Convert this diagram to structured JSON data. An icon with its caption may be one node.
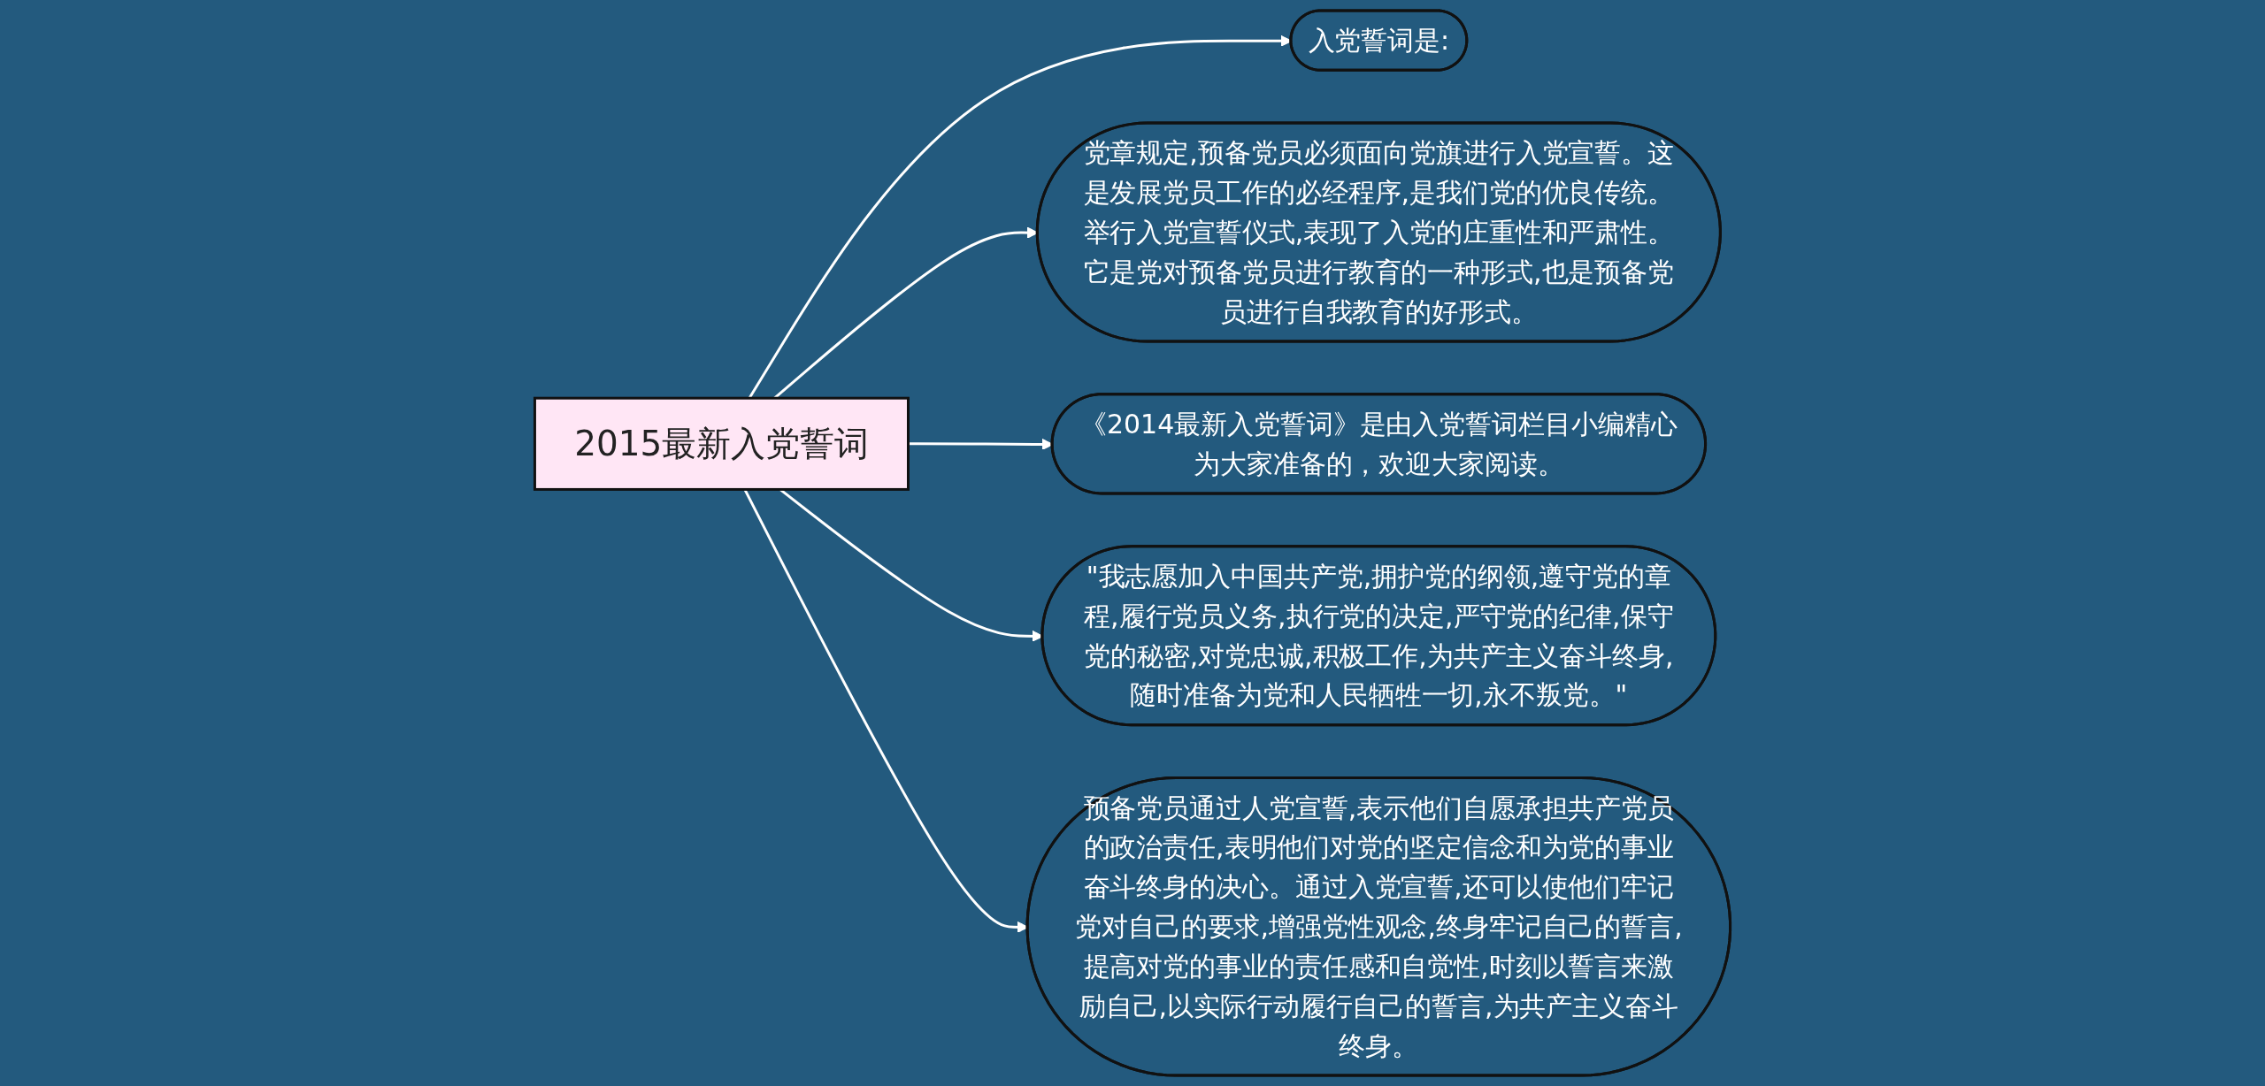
{
  "diagram": {
    "nodes": [
      {
        "text": [
          "2015最新入党誓词"
        ]
      },
      {
        "text": [
          "入党誓词是:"
        ]
      },
      {
        "text": [
          "党章规定,预备党员必须面向党旗进行入党宣誓。这是发展党员工作的必经程序,是我们党的优良传统。举行入党宣誓仪式,表现了入党的庄重性和严肃性。它是党对预备党员进行教育的一种形式,也是预备党员进行自我教育的好形式。"
        ]
      },
      {
        "text": [
          "《2014最新入党誓词》是由入党誓词栏目小编精心为大家准备的，欢迎大家阅读。"
        ]
      },
      {
        "text": [
          "\"我志愿加入中国共产党,拥护党的纲领,遵守党的章程,履行党员义务,执行党的决定,严守党的纪律,保守党的秘密,对党忠诚,积极工作,为共产主义奋斗终身,随时准备为党和人民牺牲一切,永不叛党。\""
        ]
      },
      {
        "text": [
          "预备党员通过人党宣誓,表示他们自愿承担共产党员的政治责任,表明他们对党的坚定信念和为党的事业奋斗终身的决心。通过入党宣誓,还可以使他们牢记党对自己的要求,增强党性观念,终身牢记自己的誓言,提高对党的事业的责任感和自觉性,时刻以誓言来激励自己,以实际行动履行自己的誓言,为共产主义奋斗终身。"
        ]
      }
    ],
    "edges": [
      {
        "from": 0,
        "to": 1,
        "arrow": "to"
      },
      {
        "from": 0,
        "to": 2,
        "arrow": "to"
      },
      {
        "from": 0,
        "to": 3,
        "arrow": "to"
      },
      {
        "from": 0,
        "to": 4,
        "arrow": "to"
      },
      {
        "from": 0,
        "to": 5,
        "arrow": "to"
      }
    ]
  }
}
